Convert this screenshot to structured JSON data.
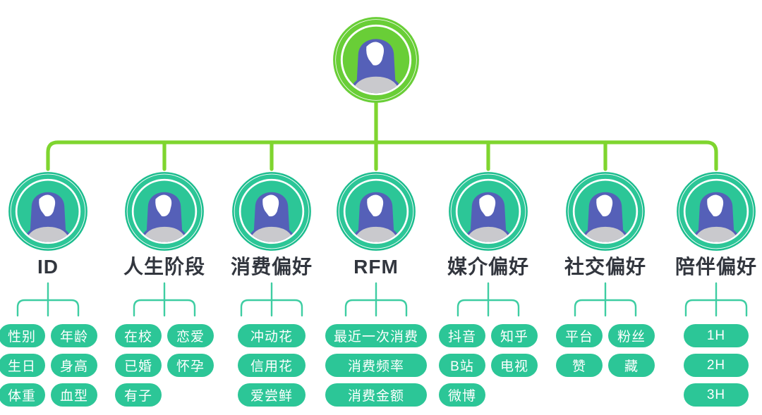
{
  "title": "user-persona-tree",
  "colors": {
    "connector_green": "#7fd52f",
    "root_avatar_green": "#69ce37",
    "pill_teal": "#2cc697",
    "branch_connector_teal": "#3ecda2",
    "avatar_hair_blue": "#5560b8",
    "avatar_shoulder_gray": "#c9c9cd",
    "label_text": "#32363e",
    "pill_text": "#ffffff"
  },
  "root": {
    "icon": "user-avatar"
  },
  "columns": [
    {
      "label": "ID",
      "rows": [
        [
          "性别",
          "年龄"
        ],
        [
          "生日",
          "身高"
        ],
        [
          "体重",
          "血型"
        ]
      ]
    },
    {
      "label": "人生阶段",
      "rows": [
        [
          "在校",
          "恋爱"
        ],
        [
          "已婚",
          "怀孕"
        ],
        [
          "有子"
        ]
      ]
    },
    {
      "label": "消费偏好",
      "rows": [
        [
          "冲动花"
        ],
        [
          "信用花"
        ],
        [
          "爱尝鲜"
        ]
      ]
    },
    {
      "label": "RFM",
      "rows": [
        [
          "最近一次消费"
        ],
        [
          "消费频率"
        ],
        [
          "消费金额"
        ]
      ]
    },
    {
      "label": "媒介偏好",
      "rows": [
        [
          "抖音",
          "知乎"
        ],
        [
          "B站",
          "电视"
        ],
        [
          "微博"
        ]
      ]
    },
    {
      "label": "社交偏好",
      "rows": [
        [
          "平台",
          "粉丝"
        ],
        [
          "赞",
          "藏"
        ]
      ]
    },
    {
      "label": "陪伴偏好",
      "rows": [
        [
          "1H"
        ],
        [
          "2H"
        ],
        [
          "3H"
        ]
      ]
    }
  ]
}
